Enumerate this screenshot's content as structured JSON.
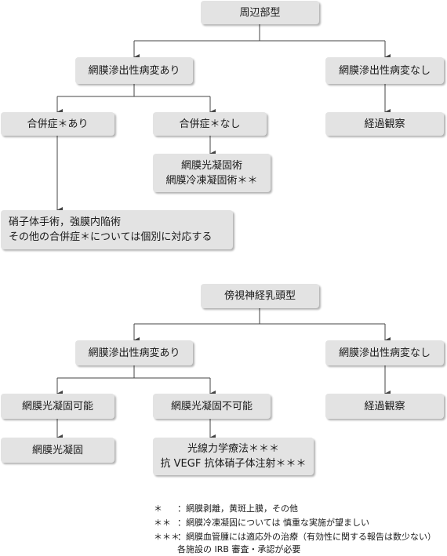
{
  "flow1": {
    "root": "周辺部型",
    "with_lesion": "網膜滲出性病変あり",
    "without_lesion": "網膜滲出性病変なし",
    "observe": "経過観察",
    "comp_yes": "合併症＊あり",
    "comp_no": "合併症＊なし",
    "treat_photo": "網膜光凝固術",
    "treat_cryo": "網膜冷凍凝固術＊＊",
    "surgery_line1": "硝子体手術，強膜内陥術",
    "surgery_line2": "その他の合併症＊については個別に対応する"
  },
  "flow2": {
    "root": "傍視神経乳頭型",
    "with_lesion": "網膜滲出性病変あり",
    "without_lesion": "網膜滲出性病変なし",
    "observe": "経過観察",
    "photo_possible": "網膜光凝固可能",
    "photo_impossible": "網膜光凝固不可能",
    "photo": "網膜光凝固",
    "pdt": "光線力学療法＊＊＊",
    "anti_vegf": "抗 VEGF 抗体硝子体注射＊＊＊"
  },
  "legend": [
    {
      "mark": "＊",
      "text": "：網膜剥離，黄斑上膜，その他"
    },
    {
      "mark": "＊＊",
      "text": "：網膜冷凍凝固については 慎重な実施が望ましい"
    },
    {
      "mark": "＊＊＊",
      "text": "：網膜血管腫には適応外の治療（有効性に関する報告は数少ない）"
    },
    {
      "mark": "",
      "text": "各施設の IRB 審査・承認が必要"
    }
  ]
}
